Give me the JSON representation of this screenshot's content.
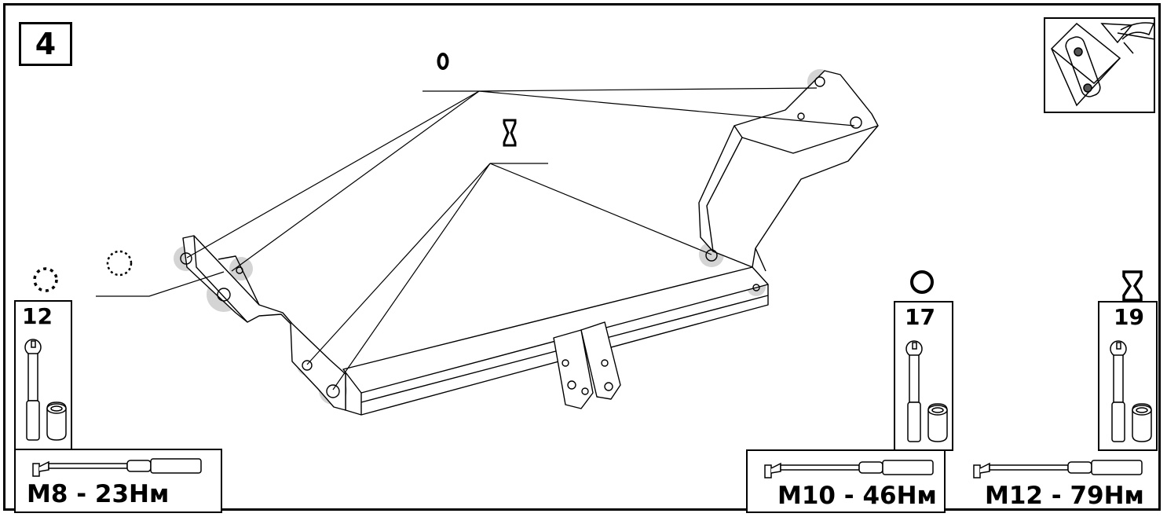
{
  "step": {
    "number": "4"
  },
  "symbols": {
    "ring": "ring-symbol",
    "hourglass": "hourglass-symbol",
    "dotted_ring": "dotted-ring-symbol"
  },
  "tools": [
    {
      "symbol": "dotted-ring-symbol",
      "socket_size": "12",
      "torque": "M8 - 23Нм"
    },
    {
      "symbol": "ring-symbol",
      "socket_size": "17",
      "torque": "M10 - 46Нм"
    },
    {
      "symbol": "hourglass-symbol",
      "socket_size": "19",
      "torque": "M12 - 79Нм"
    }
  ],
  "colors": {
    "line": "#000000",
    "highlight": "#d4d4d4",
    "background": "#ffffff"
  },
  "icons": [
    "vehicle-orientation-icon",
    "ratchet-icon",
    "socket-icon",
    "torque-wrench-icon"
  ]
}
